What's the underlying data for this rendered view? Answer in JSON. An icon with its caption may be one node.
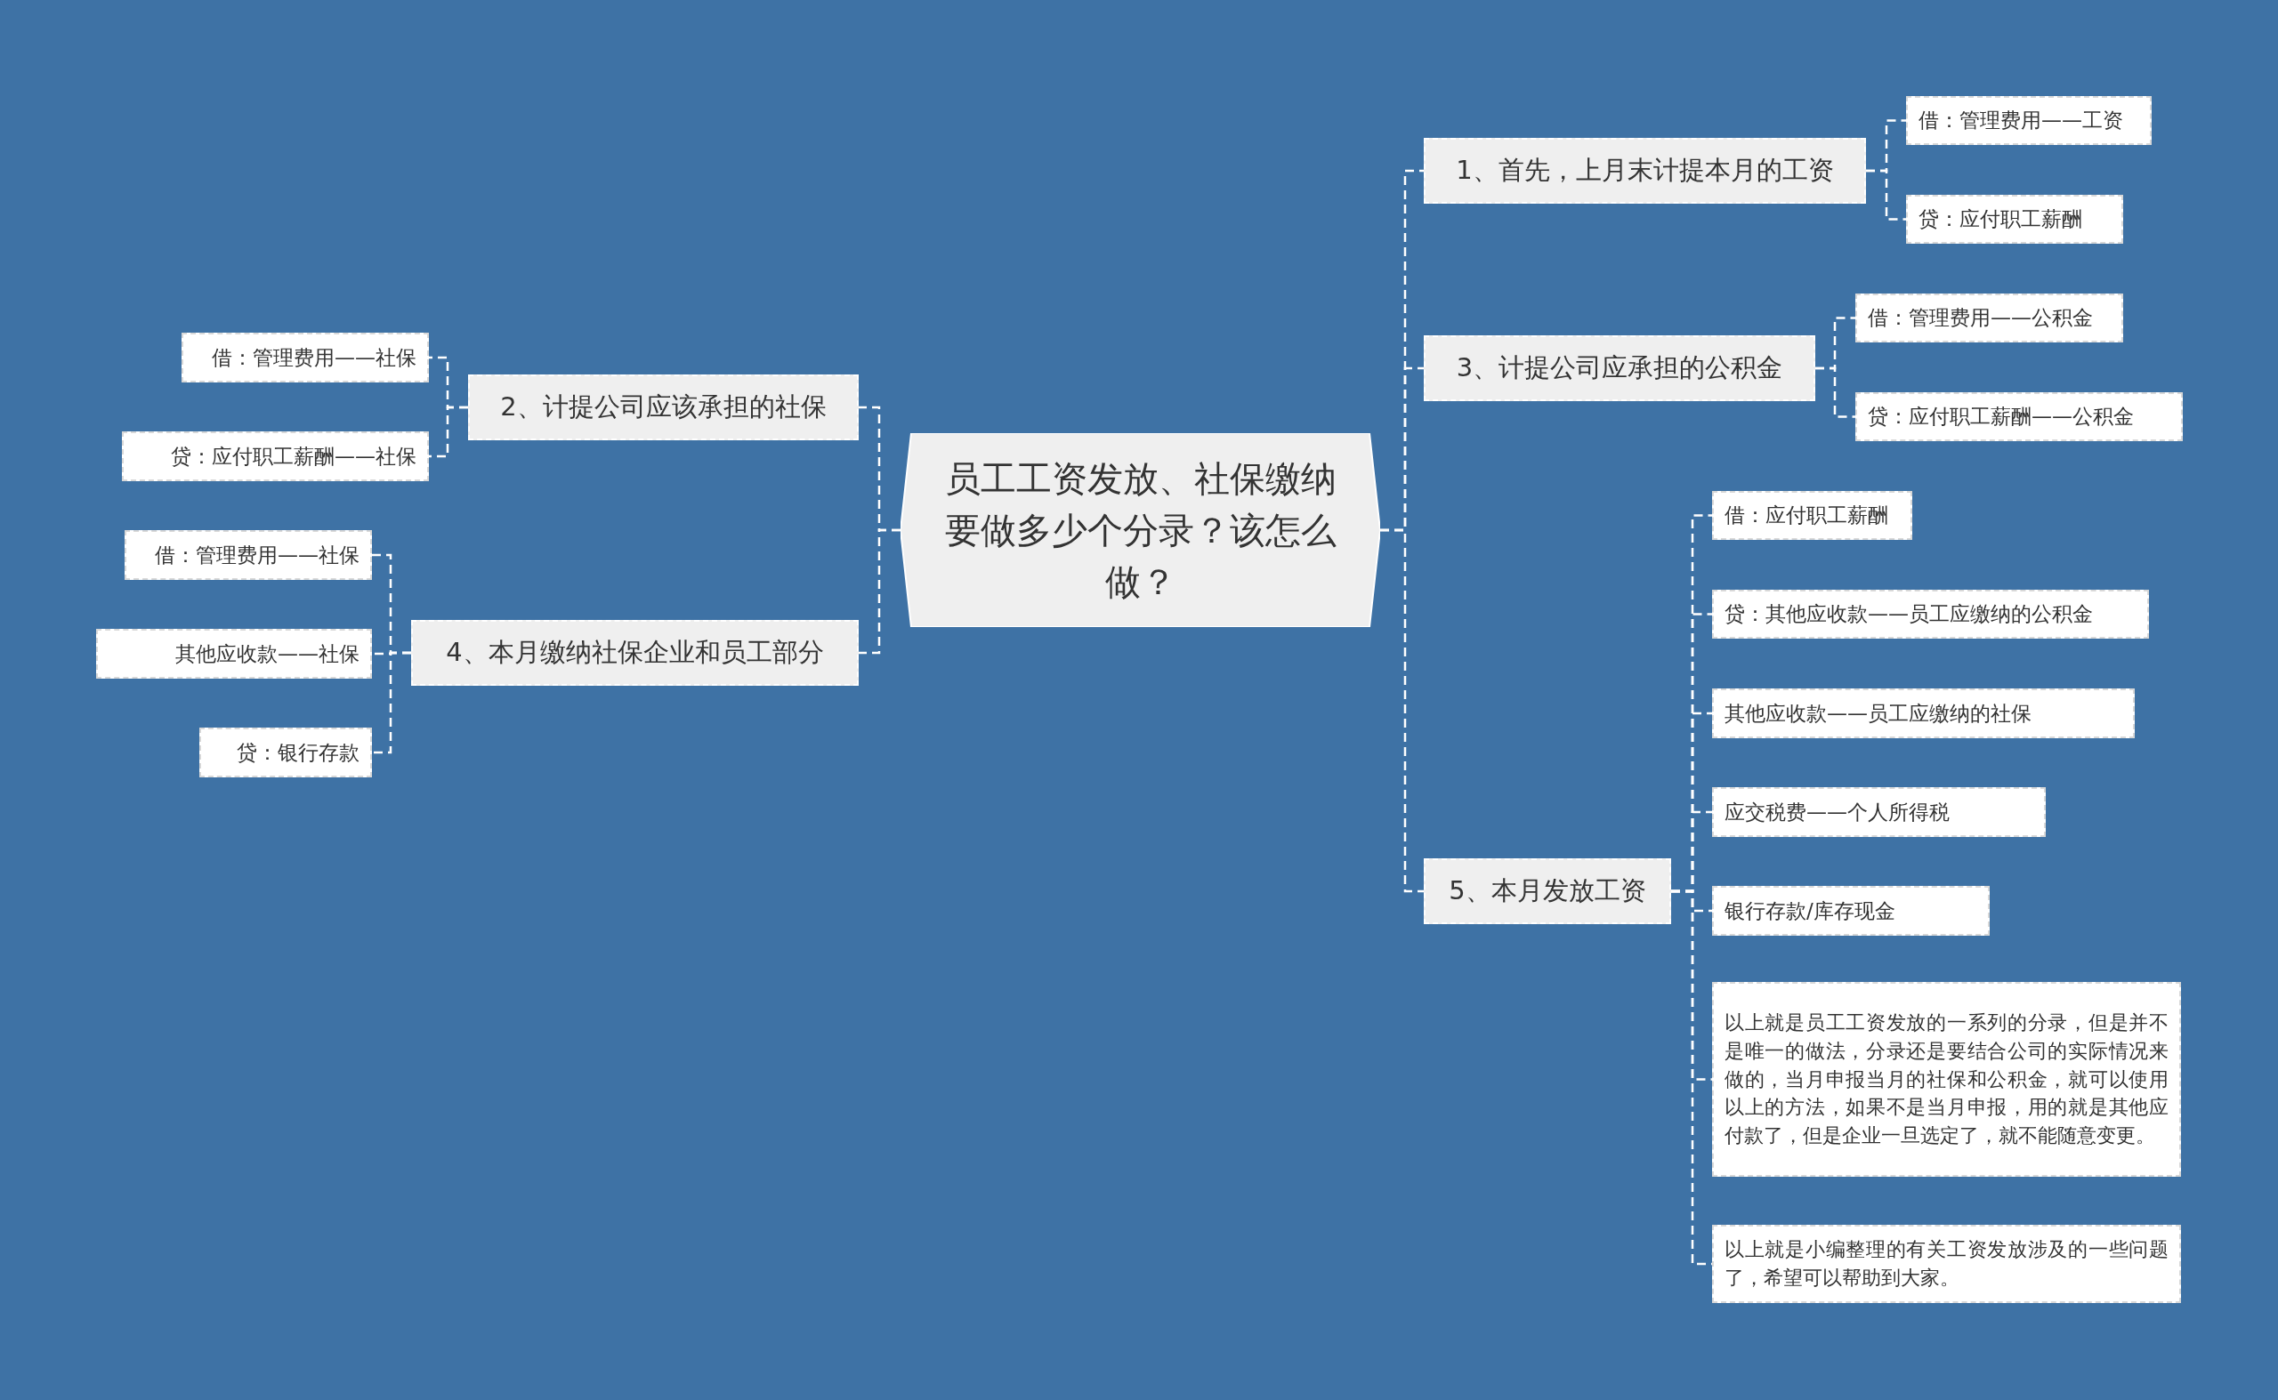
{
  "diagram": {
    "nodes": [
      {
        "text": [
          "员工工资发放、社保缴纳要做多少个分录？该怎么做？"
        ]
      },
      {
        "text": [
          "1、首先，上月末计提本月的工资"
        ]
      },
      {
        "text": [
          "借：管理费用——工资"
        ]
      },
      {
        "text": [
          "贷：应付职工薪酬"
        ]
      },
      {
        "text": [
          "2、计提公司应该承担的社保"
        ]
      },
      {
        "text": [
          "借：管理费用——社保"
        ]
      },
      {
        "text": [
          "贷：应付职工薪酬——社保"
        ]
      },
      {
        "text": [
          "3、计提公司应承担的公积金"
        ]
      },
      {
        "text": [
          "借：管理费用——公积金"
        ]
      },
      {
        "text": [
          "贷：应付职工薪酬——公积金"
        ]
      },
      {
        "text": [
          "4、本月缴纳社保企业和员工部分"
        ]
      },
      {
        "text": [
          "借：管理费用——社保"
        ]
      },
      {
        "text": [
          "其他应收款——社保"
        ]
      },
      {
        "text": [
          "贷：银行存款"
        ]
      },
      {
        "text": [
          "5、本月发放工资"
        ]
      },
      {
        "text": [
          "借：应付职工薪酬"
        ]
      },
      {
        "text": [
          "贷：其他应收款——员工应缴纳的公积金"
        ]
      },
      {
        "text": [
          "其他应收款——员工应缴纳的社保"
        ]
      },
      {
        "text": [
          "应交税费——个人所得税"
        ]
      },
      {
        "text": [
          "银行存款/库存现金"
        ]
      },
      {
        "text": [
          "以上就是员工工资发放的一系列的分录，但是并不是唯一的做法，分录还是要结合公司的实际情况来做的，当月申报当月的社保和公积金，就可以使用以上的方法，如果不是当月申报，用的就是其他应付款了，但是企业一旦选定了，就不能随意变更。"
        ]
      },
      {
        "text": [
          "以上就是小编整理的有关工资发放涉及的一些问题了，希望可以帮助到大家。"
        ]
      }
    ],
    "edges": [
      {
        "from": 0,
        "to": 1,
        "arrow": "none"
      },
      {
        "from": 1,
        "to": 2,
        "arrow": "none"
      },
      {
        "from": 1,
        "to": 3,
        "arrow": "none"
      },
      {
        "from": 0,
        "to": 4,
        "arrow": "none"
      },
      {
        "from": 4,
        "to": 5,
        "arrow": "none"
      },
      {
        "from": 4,
        "to": 6,
        "arrow": "none"
      },
      {
        "from": 0,
        "to": 7,
        "arrow": "none"
      },
      {
        "from": 7,
        "to": 8,
        "arrow": "none"
      },
      {
        "from": 7,
        "to": 9,
        "arrow": "none"
      },
      {
        "from": 0,
        "to": 10,
        "arrow": "none"
      },
      {
        "from": 10,
        "to": 11,
        "arrow": "none"
      },
      {
        "from": 10,
        "to": 12,
        "arrow": "none"
      },
      {
        "from": 10,
        "to": 13,
        "arrow": "none"
      },
      {
        "from": 0,
        "to": 14,
        "arrow": "none"
      },
      {
        "from": 14,
        "to": 15,
        "arrow": "none"
      },
      {
        "from": 14,
        "to": 16,
        "arrow": "none"
      },
      {
        "from": 14,
        "to": 17,
        "arrow": "none"
      },
      {
        "from": 14,
        "to": 18,
        "arrow": "none"
      },
      {
        "from": 14,
        "to": 19,
        "arrow": "none"
      },
      {
        "from": 14,
        "to": 20,
        "arrow": "none"
      },
      {
        "from": 14,
        "to": 21,
        "arrow": "none"
      }
    ]
  }
}
